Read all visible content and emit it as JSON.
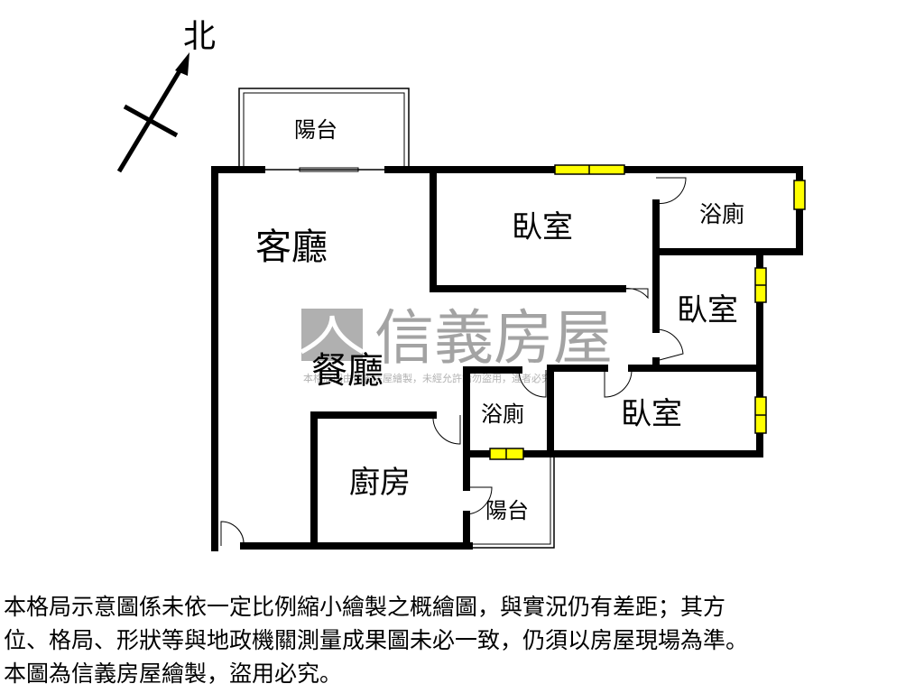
{
  "compass": {
    "north_label": "北"
  },
  "rooms": {
    "balcony_top": "陽台",
    "living_room": "客廳",
    "dining_room": "餐廳",
    "bedroom_1": "臥室",
    "bathroom_1": "浴廁",
    "bedroom_2": "臥室",
    "bathroom_2": "浴廁",
    "bedroom_3": "臥室",
    "kitchen": "廚房",
    "balcony_bottom": "陽台"
  },
  "watermark": {
    "brand": "信義房屋",
    "notice": "本格局圖由信義房屋繪製，未經允許請勿盜用，違者必究"
  },
  "colors": {
    "wall": "#000000",
    "window": "#ffff00",
    "watermark": "#9a9a9a"
  },
  "disclaimer": {
    "line1": "本格局示意圖係未依一定比例縮小繪製之概繪圖，與實況仍有差距；其方",
    "line2": "位、格局、形狀等與地政機關測量成果圖未必一致，仍須以房屋現場為準。",
    "line3": "本圖為信義房屋繪製，盜用必究。"
  }
}
